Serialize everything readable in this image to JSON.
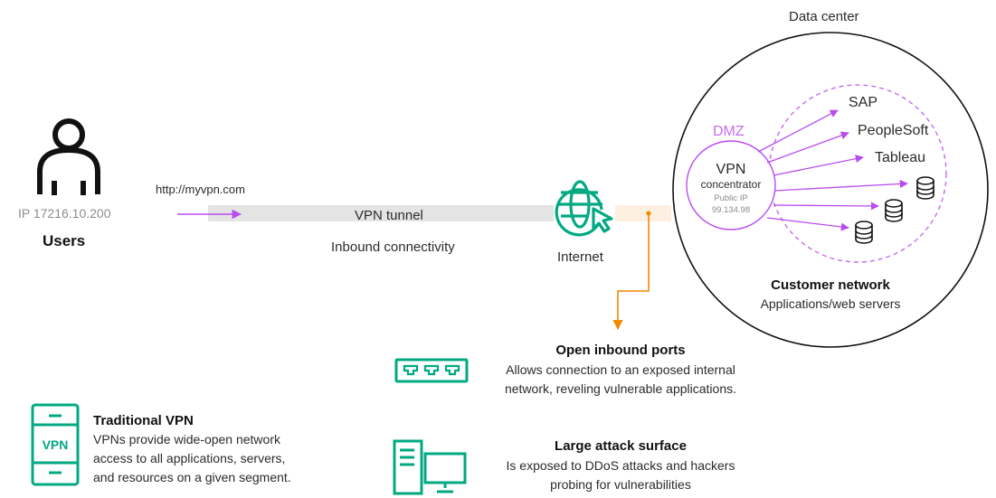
{
  "colors": {
    "purple": "#b84cf0",
    "dmz_purple": "#c56cf0",
    "green": "#01a982",
    "orange": "#f08a00",
    "gray_text": "#8c8c8c",
    "tunnel": "#e4e4e4",
    "peach": "#fdf0e0"
  },
  "user": {
    "url": "http://myvpn.com",
    "ip": "IP 17216.10.200",
    "label": "Users",
    "icon": "user-icon"
  },
  "tunnel": {
    "label": "VPN tunnel",
    "sublabel": "Inbound connectivity"
  },
  "internet": {
    "label": "Internet",
    "icon": "globe-cursor-icon"
  },
  "datacenter": {
    "title": "Data center",
    "dmz": "DMZ",
    "concentrator": {
      "title": "VPN",
      "subtitle": "concentrator",
      "ip_label": "Public IP",
      "ip": "99.134.98"
    },
    "apps": [
      "SAP",
      "PeopleSoft",
      "Tableau"
    ],
    "network_title": "Customer network",
    "network_subtitle": "Applications/web servers"
  },
  "callouts": {
    "ports": {
      "title": "Open inbound ports",
      "line1": "Allows connection to an exposed internal",
      "line2": "network, reveling vulnerable applications.",
      "icon": "network-ports-icon"
    },
    "vpn": {
      "title": "Traditional VPN",
      "line1": "VPNs provide wide-open network",
      "line2": "access to all applications, servers,",
      "line3": "and resources on a given segment.",
      "icon": "vpn-device-icon",
      "badge": "VPN"
    },
    "attack": {
      "title": "Large attack surface",
      "line1": "Is exposed to DDoS attacks and hackers",
      "line2": "probing for vulnerabilities",
      "icon": "server-monitor-icon"
    }
  }
}
